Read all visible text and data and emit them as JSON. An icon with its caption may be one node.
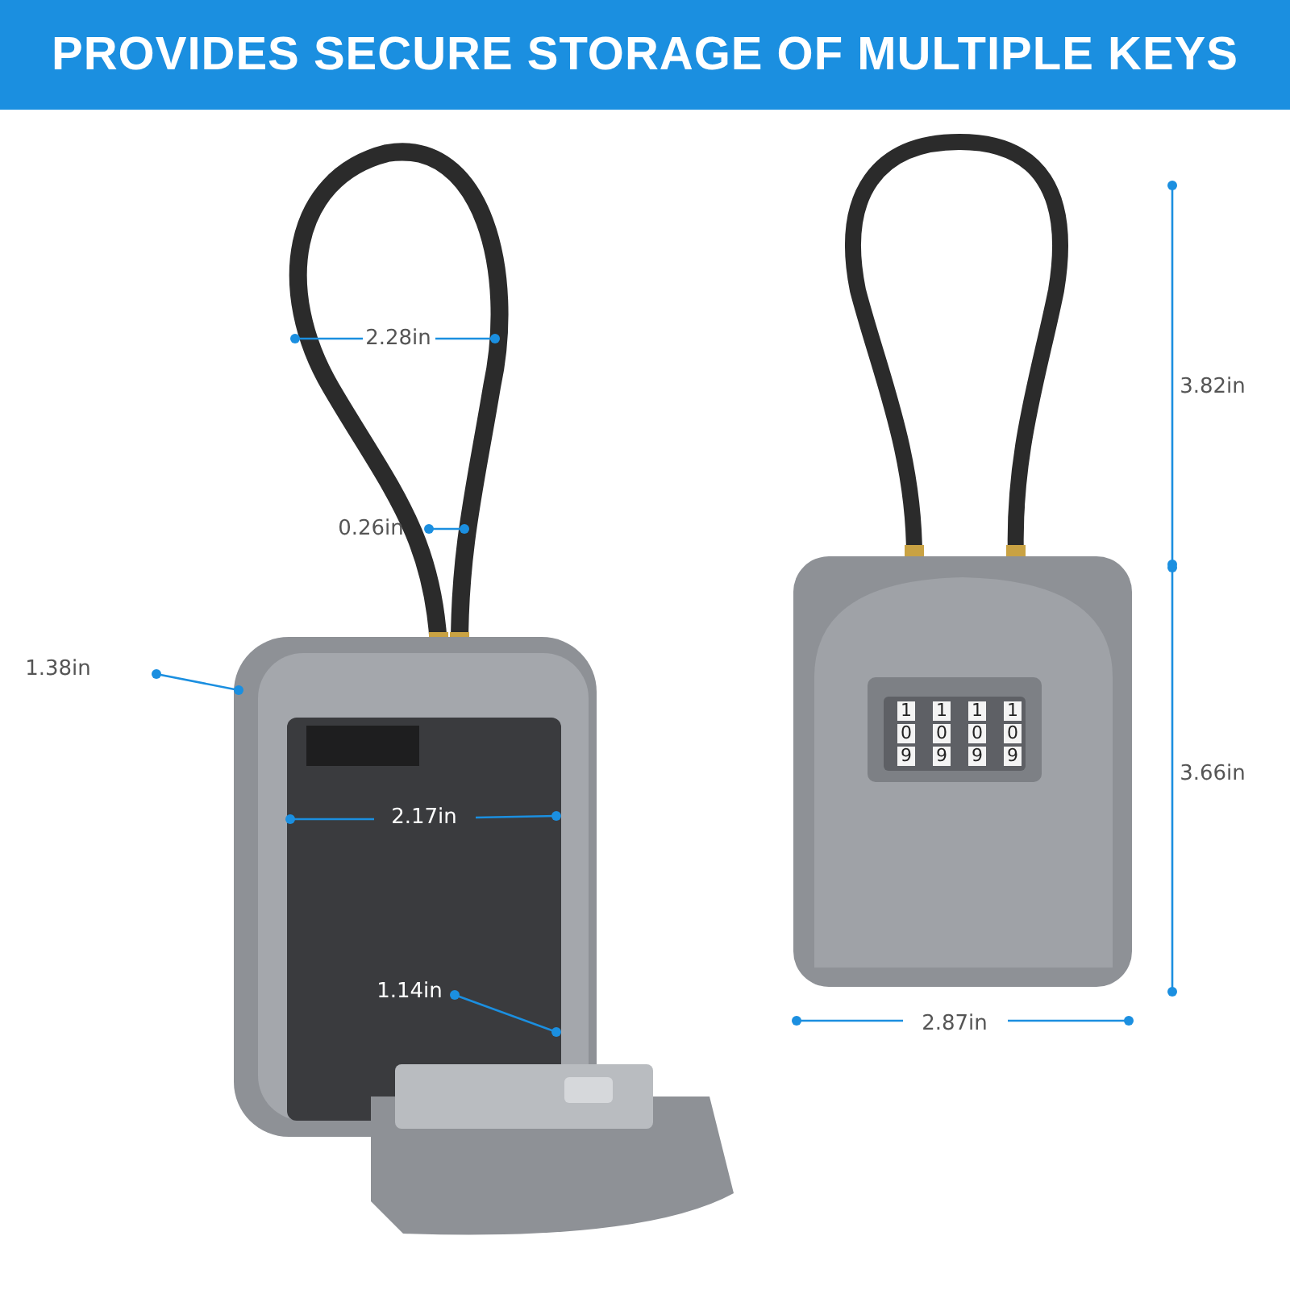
{
  "diagram": {
    "title": "PROVIDES SECURE STORAGE OF MULTIPLE KEYS",
    "labels": [
      "2.28in",
      "3.82in",
      "0.26in",
      "1.38in",
      "1",
      "1",
      "1",
      "1",
      "0",
      "0",
      "0",
      "0",
      "9",
      "9",
      "9",
      "9",
      "3.66in",
      "2.17in",
      "1.14in",
      "2.87in"
    ]
  }
}
